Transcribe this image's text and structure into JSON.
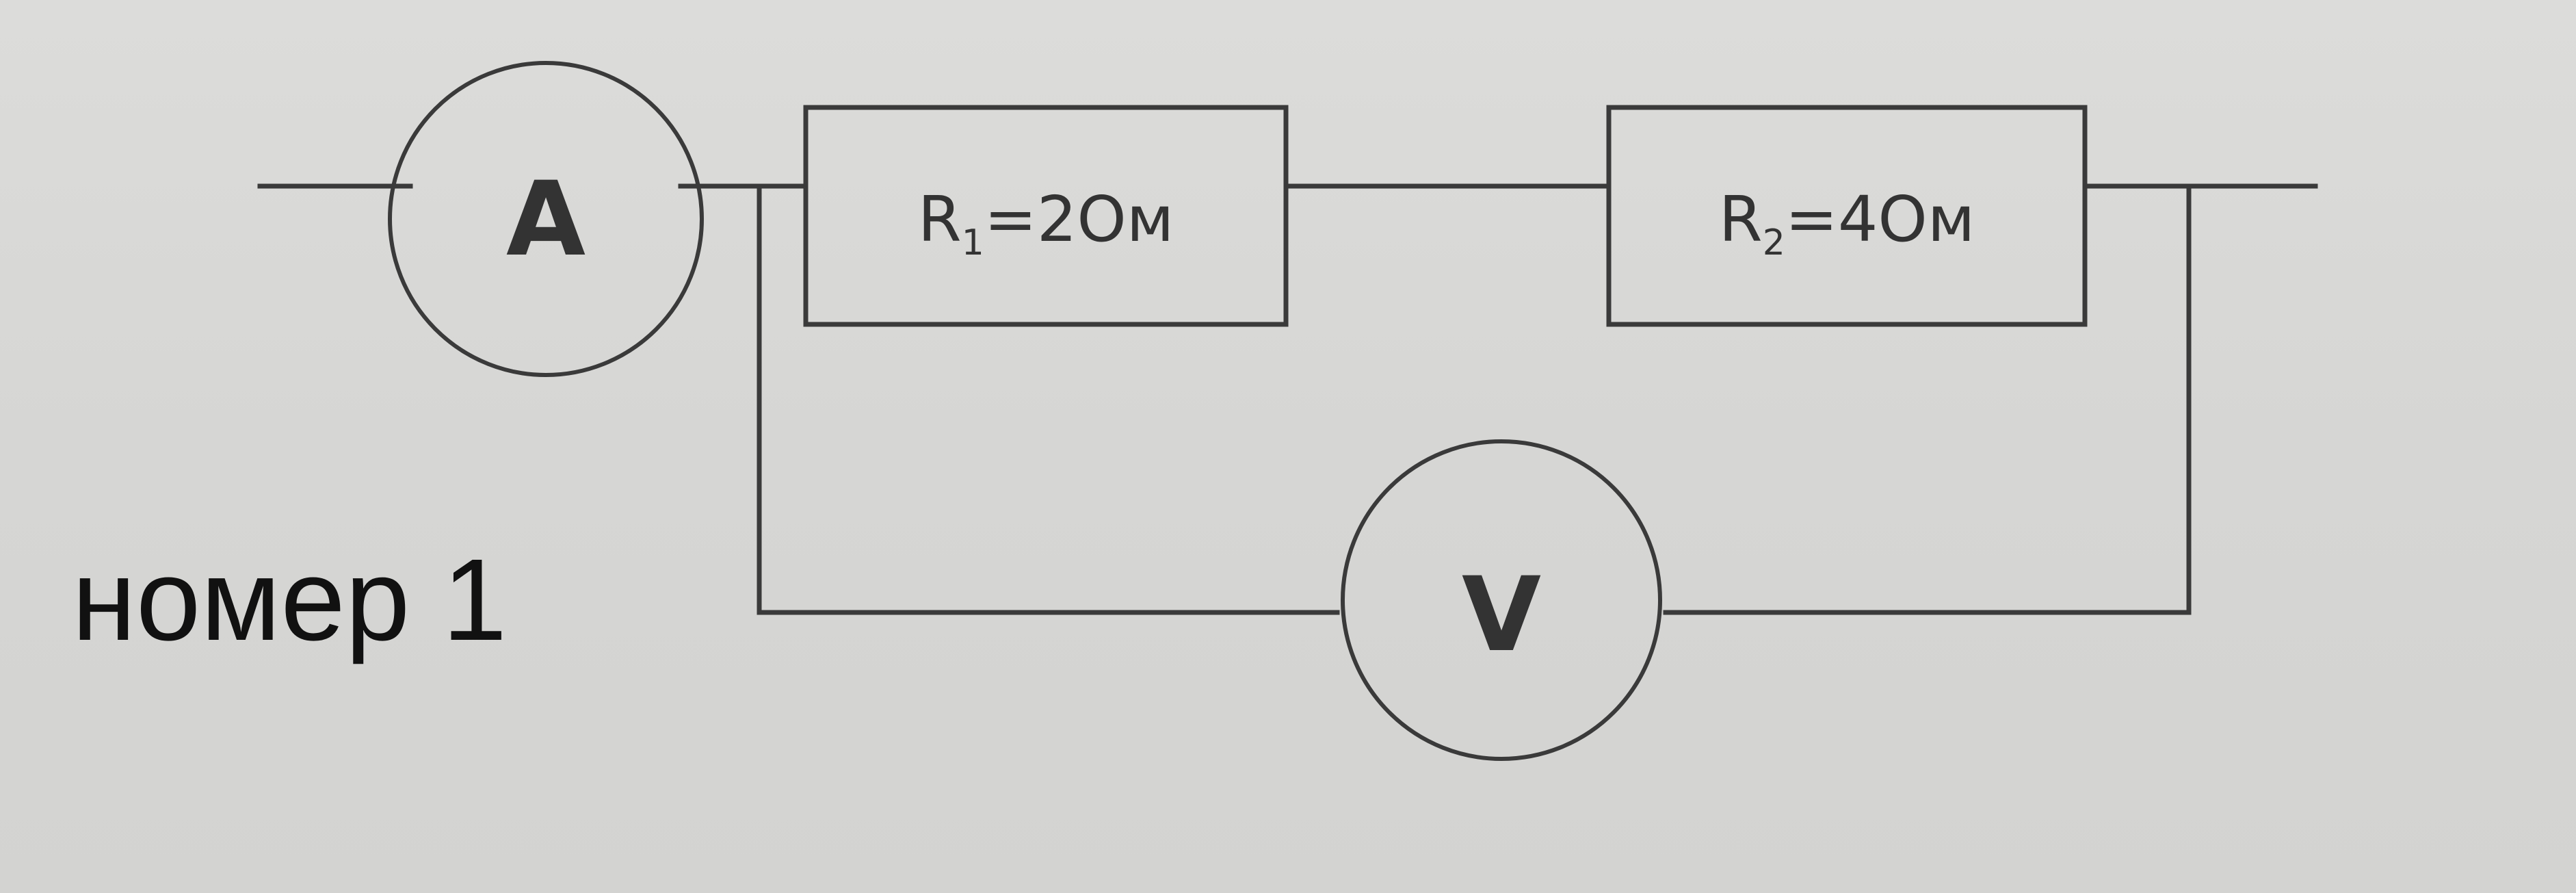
{
  "diagram": {
    "ammeter": {
      "symbol": "A"
    },
    "voltmeter": {
      "symbol": "V"
    },
    "resistors": [
      {
        "name": "R",
        "subscript": "1",
        "value": "=2Ом"
      },
      {
        "name": "R",
        "subscript": "2",
        "value": "=4Ом"
      }
    ],
    "caption": "номер 1"
  }
}
